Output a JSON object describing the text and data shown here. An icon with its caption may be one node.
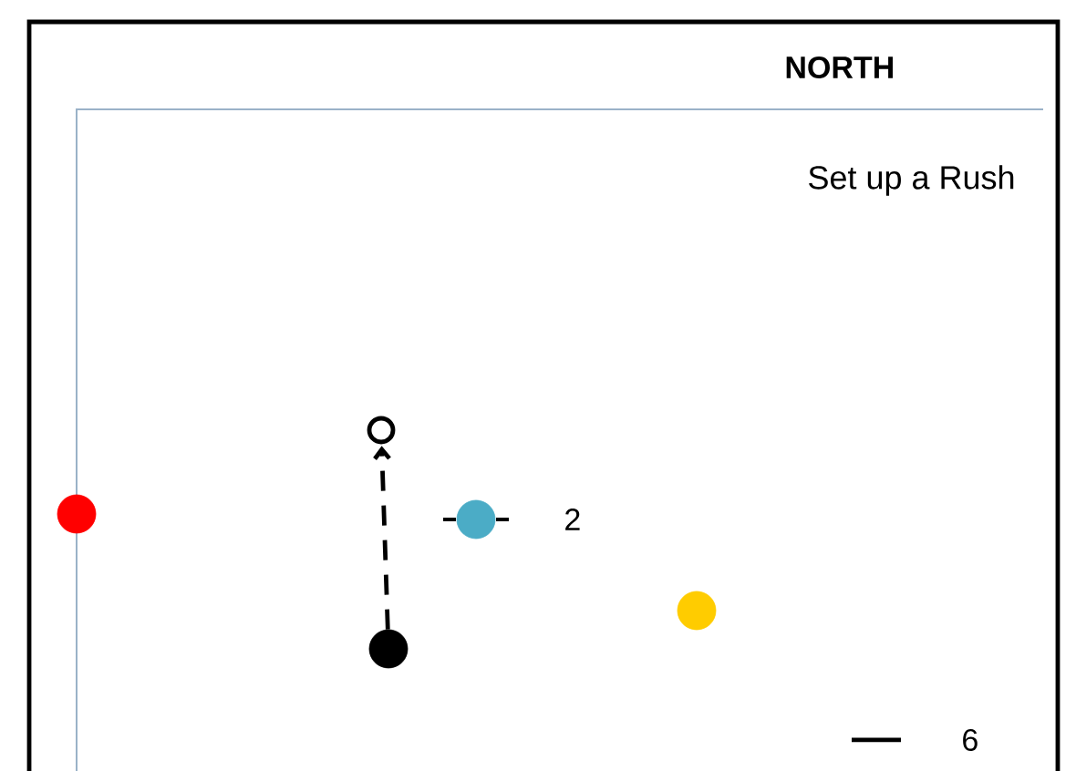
{
  "diagram": {
    "title": "Set up a Rush",
    "nodes": [
      {
        "text": [],
        "shape": "circle"
      },
      {
        "text": [],
        "shape": "circle"
      },
      {
        "text": [],
        "shape": "circle",
        "beside": [
          "2"
        ]
      },
      {
        "text": [],
        "shape": "circle"
      },
      {
        "text": [],
        "shape": "circle"
      }
    ],
    "edges": [
      {
        "from": 4,
        "to": 0,
        "arrow": "to",
        "style": "dashed"
      }
    ],
    "labels": [
      "NORTH",
      "6"
    ]
  }
}
